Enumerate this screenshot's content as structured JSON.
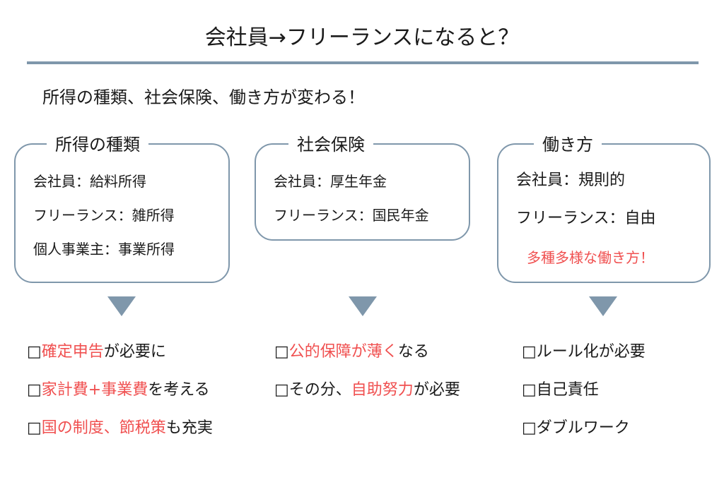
{
  "title": "会社員→フリーランスになると？",
  "subtitle": "所得の種類、社会保険、働き方が変わる！",
  "colors": {
    "accent": "#7f97ab",
    "highlight": "#f05050"
  },
  "boxes": [
    {
      "label": "所得の種類",
      "lines": [
        "会社員：給料所得",
        "フリーランス：雑所得",
        "個人事業主：事業所得"
      ]
    },
    {
      "label": "社会保険",
      "lines": [
        "会社員：厚生年金",
        "フリーランス：国民年金"
      ]
    },
    {
      "label": "働き方",
      "lines": [
        "会社員：規則的",
        "フリーランス：自由"
      ],
      "note": "多種多様な働き方！"
    }
  ],
  "bullets": [
    [
      [
        {
          "t": "□"
        },
        {
          "t": "確定申告",
          "r": true
        },
        {
          "t": "が必要に"
        }
      ],
      [
        {
          "t": "□"
        },
        {
          "t": "家計費+事業費",
          "r": true
        },
        {
          "t": "を考える"
        }
      ],
      [
        {
          "t": "□"
        },
        {
          "t": "国の制度、節税策",
          "r": true
        },
        {
          "t": "も充実"
        }
      ]
    ],
    [
      [
        {
          "t": "□"
        },
        {
          "t": "公的保障が薄く",
          "r": true
        },
        {
          "t": "なる"
        }
      ],
      [
        {
          "t": "□その分、"
        },
        {
          "t": "自助努力",
          "r": true
        },
        {
          "t": "が必要"
        }
      ]
    ],
    [
      [
        {
          "t": "□ルール化が必要"
        }
      ],
      [
        {
          "t": "□自己責任"
        }
      ],
      [
        {
          "t": "□ダブルワーク"
        }
      ]
    ]
  ]
}
